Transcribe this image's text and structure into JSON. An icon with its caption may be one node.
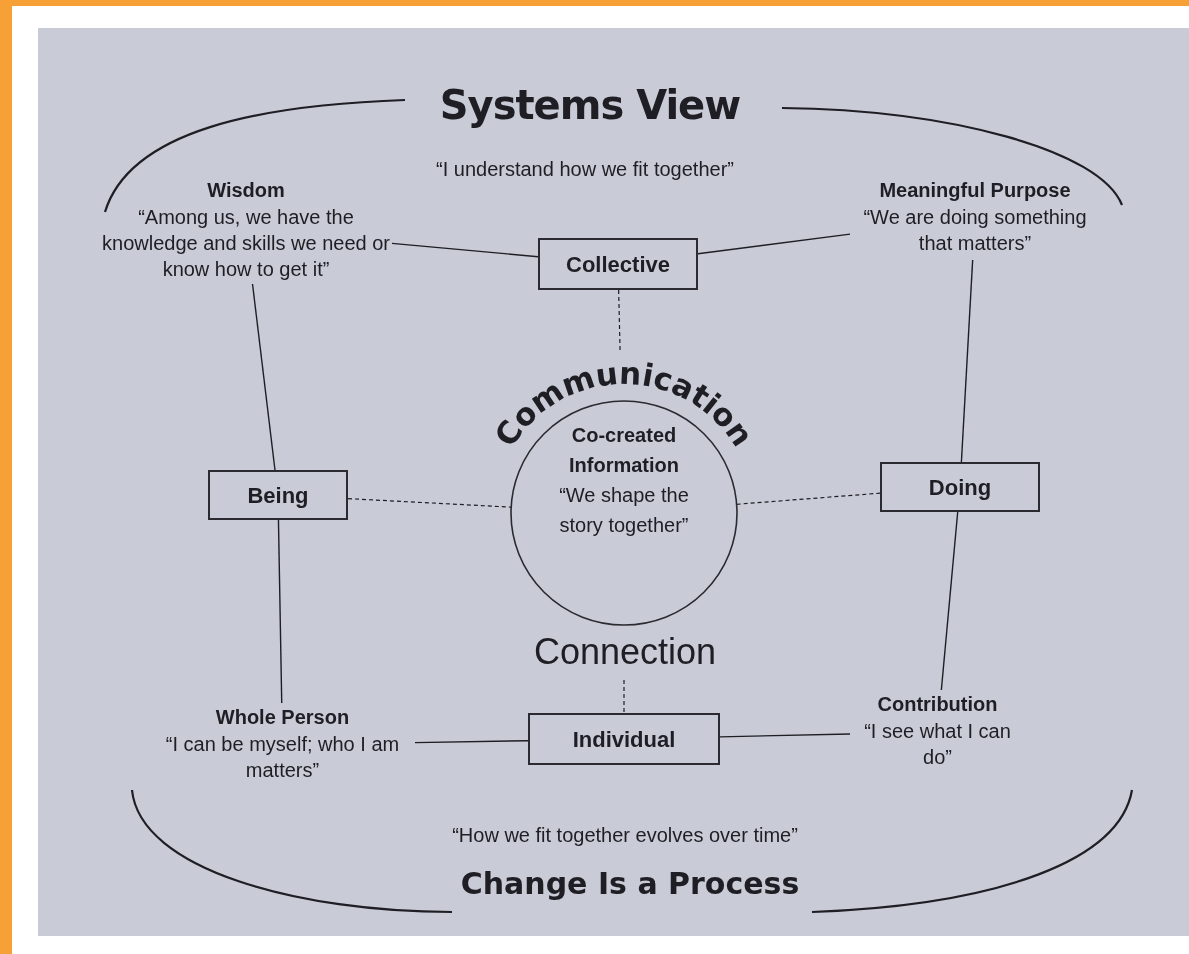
{
  "diagram": {
    "nodes": [
      {
        "text": [
          "Collective"
        ]
      },
      {
        "text": [
          "Being"
        ]
      },
      {
        "text": [
          "Doing"
        ]
      },
      {
        "text": [
          "Individual"
        ]
      },
      {
        "text": [
          "Communication",
          "Co-created Information",
          "“We shape the story together”",
          "Connection"
        ]
      },
      {
        "text": [
          "Wisdom",
          "“Among us, we have the knowledge and skills we need or know how to get it”"
        ]
      },
      {
        "text": [
          "Meaningful Purpose",
          "“We are doing something that matters”"
        ]
      },
      {
        "text": [
          "Whole Person",
          "“I can be myself; who I am matters”"
        ]
      },
      {
        "text": [
          "Contribution",
          "“I see what I can do”"
        ]
      }
    ],
    "edges": [
      {
        "from": 5,
        "to": 0,
        "arrow": "none"
      },
      {
        "from": 0,
        "to": 6,
        "arrow": "none"
      },
      {
        "from": 5,
        "to": 1,
        "arrow": "none"
      },
      {
        "from": 1,
        "to": 7,
        "arrow": "none"
      },
      {
        "from": 6,
        "to": 2,
        "arrow": "none"
      },
      {
        "from": 2,
        "to": 8,
        "arrow": "none"
      },
      {
        "from": 7,
        "to": 3,
        "arrow": "none"
      },
      {
        "from": 3,
        "to": 8,
        "arrow": "none"
      },
      {
        "from": 0,
        "to": 4,
        "arrow": "none",
        "style": "dashed"
      },
      {
        "from": 1,
        "to": 4,
        "arrow": "none",
        "style": "dashed"
      },
      {
        "from": 4,
        "to": 2,
        "arrow": "none",
        "style": "dashed"
      },
      {
        "from": 4,
        "to": 3,
        "arrow": "none",
        "style": "dashed"
      }
    ],
    "labels": [
      "Systems View",
      "“I understand how we fit together”",
      "“How we fit together evolves over time”",
      "Change Is a Process"
    ]
  }
}
